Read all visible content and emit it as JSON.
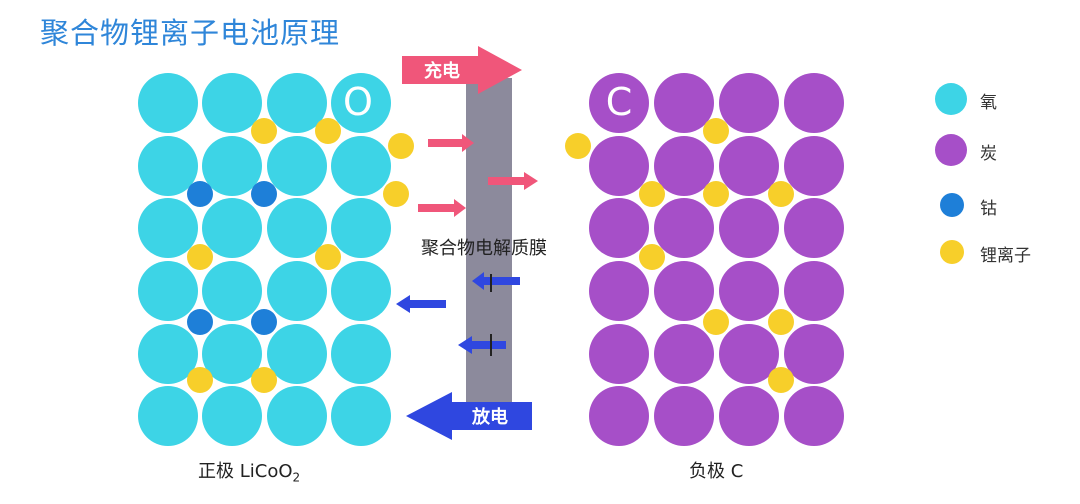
{
  "title": "聚合物锂离子电池原理",
  "charge_label": "充电",
  "discharge_label": "放电",
  "membrane_label": "聚合物电解质膜",
  "cathode": {
    "label": "正极 LiCoO",
    "label_sub": "2",
    "marker": "O"
  },
  "anode": {
    "label": "负极 C",
    "marker": "C"
  },
  "legend": [
    {
      "label": "氧",
      "color": "#3dd4e6"
    },
    {
      "label": "炭",
      "color": "#a64fc8"
    },
    {
      "label": "钴",
      "color": "#1e7fd8"
    },
    {
      "label": "锂离子",
      "color": "#f7cf2a"
    }
  ],
  "colors": {
    "oxygen": "#3dd4e6",
    "carbon": "#a64fc8",
    "cobalt": "#1e7fd8",
    "lithium": "#f7cf2a",
    "charge_arrow": "#f0567a",
    "discharge_arrow": "#2f47e0",
    "membrane": "#8c8a9c",
    "title": "#2f86d9"
  }
}
